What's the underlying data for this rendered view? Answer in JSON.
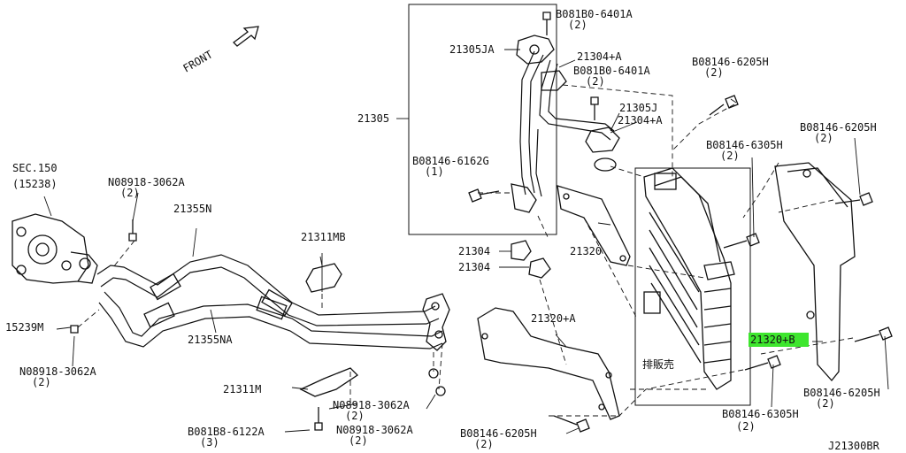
{
  "diagram": {
    "code": "J21300BR",
    "direction_label": "FRONT",
    "highlight_color": "#3ee62e",
    "labels": {
      "sec150": "SEC.150",
      "p15238": "(15238)",
      "p15239M": "15239M",
      "bolt_08918_3062A_top": "N08918-3062A",
      "bolt_08918_3062A_top_qty": "(2)",
      "bolt_08918_3062A_left": "N08918-3062A",
      "bolt_08918_3062A_left_qty": "(2)",
      "hose_21355N": "21355N",
      "hose_21355NA": "21355NA",
      "clamp_21311MB": "21311MB",
      "clamp_21311M": "21311M",
      "bolt_08918_3062A_mid": "N08918-3062A",
      "bolt_08918_3062A_mid_qty": "(2)",
      "bolt_08918_3062A_low": "N08918-3062A",
      "bolt_08918_3062A_low_qty": "(2)",
      "bolt_081B8_6122A": "B081B8-6122A",
      "bolt_081B8_6122A_qty": "(3)",
      "bolt_08146_6205H_bottom": "B08146-6205H",
      "bolt_08146_6205H_bottom_qty": "(2)",
      "tube_21305": "21305",
      "tube_21305JA": "21305JA",
      "tube_21305J": "21305J",
      "gasket_21304A_top": "21304+A",
      "gasket_21304A_mid": "21304+A",
      "bolt_081B0_6401A_top": "B081B0-6401A",
      "bolt_081B0_6401A_top_qty": "(2)",
      "bolt_081B0_6401A_mid": "B081B0-6401A",
      "bolt_081B0_6401A_mid_qty": "(2)",
      "bolt_08146_6162G": "B08146-6162G",
      "bolt_08146_6162G_qty": "(1)",
      "gasket_21304_a": "21304",
      "gasket_21304_b": "21304",
      "bracket_21320": "21320",
      "bracket_21320A": "21320+A",
      "bracket_21320B": "21320+B",
      "not_for_sale": "排販売",
      "bolt_08146_6205H_topright": "B08146-6205H",
      "bolt_08146_6205H_topright_qty": "(2)",
      "bolt_08146_6305H_right": "B08146-6305H",
      "bolt_08146_6305H_right_qty": "(2)",
      "bolt_08146_6205H_right": "B08146-6205H",
      "bolt_08146_6205H_right_qty": "(2)",
      "bolt_08146_6205H_lowright": "B08146-6205H",
      "bolt_08146_6205H_lowright_qty": "(2)",
      "bolt_08146_6305H_bottom": "B08146-6305H",
      "bolt_08146_6305H_bottom_qty": "(2)"
    }
  }
}
